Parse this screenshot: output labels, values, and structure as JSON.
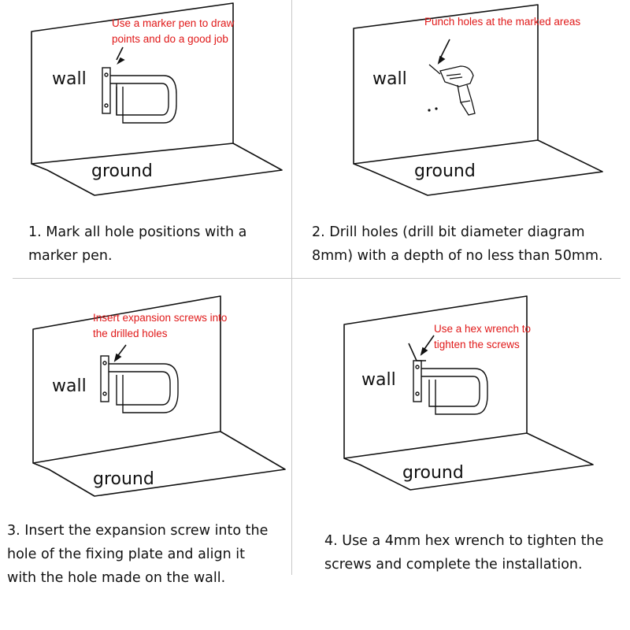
{
  "steps": [
    {
      "wall": "wall",
      "ground": "ground",
      "note_lines": [
        "Use a marker pen to draw",
        "points and do a good job"
      ],
      "caption_lines": [
        "1. Mark all hole positions with a",
        "marker pen."
      ]
    },
    {
      "wall": "wall",
      "ground": "ground",
      "note_lines": [
        "Punch holes at the marked areas"
      ],
      "caption_lines": [
        "2. Drill holes (drill bit diameter diagram",
        "8mm) with a depth of no less than 50mm."
      ]
    },
    {
      "wall": "wall",
      "ground": "ground",
      "note_lines": [
        "Insert expansion screws into",
        "the drilled holes"
      ],
      "caption_lines": [
        "3. Insert the expansion screw into the",
        "hole of the fixing plate and align it",
        "with the hole made on the wall."
      ]
    },
    {
      "wall": "wall",
      "ground": "ground",
      "note_lines": [
        "Use a hex wrench to",
        "tighten the screws"
      ],
      "caption_lines": [
        "4. Use a 4mm hex wrench to tighten the",
        "screws and complete the installation."
      ]
    }
  ],
  "colors": {
    "note": "#e01818",
    "line": "#111111",
    "divider": "#c8c8c8"
  },
  "icons": [
    "grab-bar-icon",
    "marker-pen-icon",
    "drill-icon",
    "hex-wrench-icon"
  ]
}
